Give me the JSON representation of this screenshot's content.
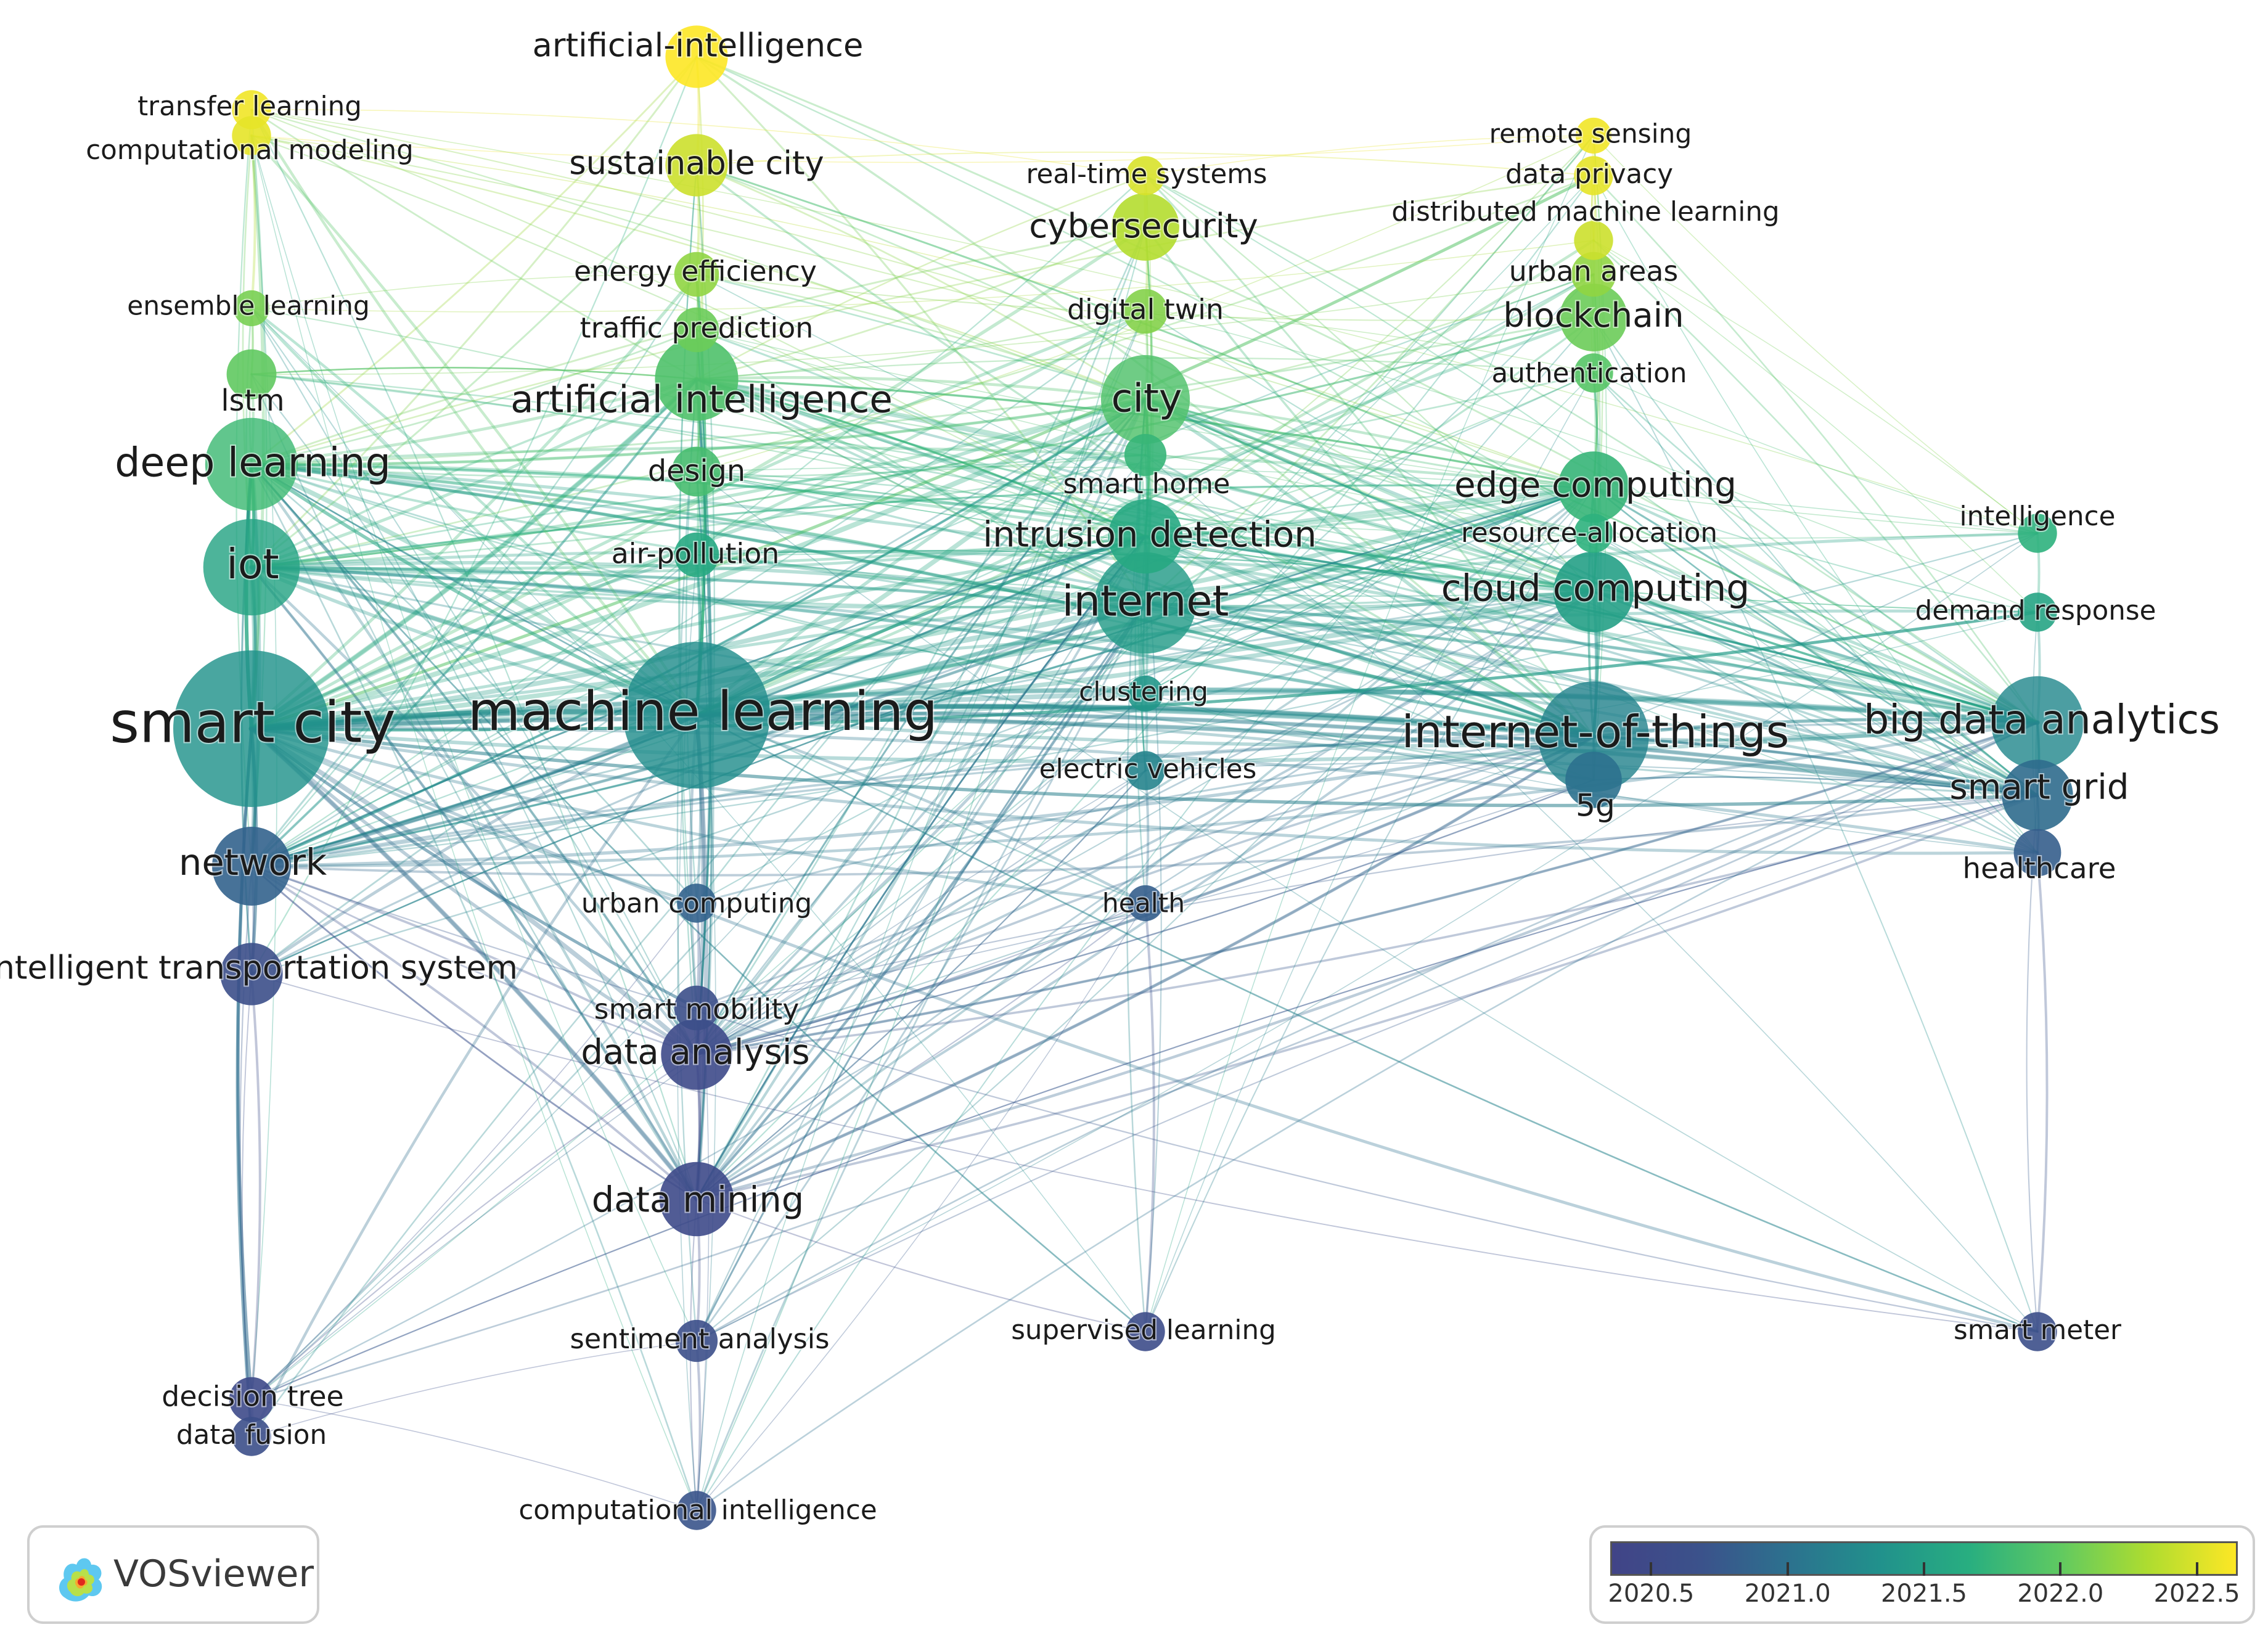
{
  "colors": {
    "scale": [
      "#414487",
      "#3b528b",
      "#2c728e",
      "#21918c",
      "#28ae80",
      "#5ec962",
      "#addc30",
      "#fde725"
    ]
  },
  "legend": {
    "min": 2020.35,
    "max": 2022.65,
    "ticks": [
      "2020.5",
      "2021.0",
      "2021.5",
      "2022.0",
      "2022.5"
    ]
  },
  "logo": {
    "name": "VOSviewer",
    "icon": "vosviewer-logo-icon"
  },
  "nodes": [
    {
      "label": "artificial-intelligence",
      "c": 2022.7,
      "w": 0.15
    },
    {
      "label": "transfer learning",
      "c": 2022.6,
      "w": 0.05
    },
    {
      "label": "computational modeling",
      "c": 2022.55,
      "w": 0.05
    },
    {
      "label": "sustainable city",
      "c": 2022.45,
      "w": 0.15
    },
    {
      "label": "remote sensing",
      "c": 2022.6,
      "w": 0.04
    },
    {
      "label": "data privacy",
      "c": 2022.55,
      "w": 0.05
    },
    {
      "label": "real-time systems",
      "c": 2022.5,
      "w": 0.05
    },
    {
      "label": "cybersecurity",
      "c": 2022.35,
      "w": 0.18
    },
    {
      "label": "distributed machine learning",
      "c": 2022.45,
      "w": 0.05
    },
    {
      "label": "energy efficiency",
      "c": 2022.2,
      "w": 0.07
    },
    {
      "label": "urban areas",
      "c": 2022.2,
      "w": 0.07
    },
    {
      "label": "ensemble learning",
      "c": 2022.1,
      "w": 0.04
    },
    {
      "label": "digital twin",
      "c": 2022.15,
      "w": 0.07
    },
    {
      "label": "blockchain",
      "c": 2022.05,
      "w": 0.18
    },
    {
      "label": "traffic prediction",
      "c": 2022.05,
      "w": 0.07
    },
    {
      "label": "authentication",
      "c": 2021.95,
      "w": 0.05
    },
    {
      "label": "lstm",
      "c": 2022.0,
      "w": 0.09
    },
    {
      "label": "artificial intelligence",
      "c": 2021.9,
      "w": 0.28
    },
    {
      "label": "city",
      "c": 2021.9,
      "w": 0.32
    },
    {
      "label": "deep learning",
      "c": 2021.8,
      "w": 0.35
    },
    {
      "label": "design",
      "c": 2021.85,
      "w": 0.09
    },
    {
      "label": "smart home",
      "c": 2021.75,
      "w": 0.06
    },
    {
      "label": "edge computing",
      "c": 2021.75,
      "w": 0.2
    },
    {
      "label": "intelligence",
      "c": 2021.7,
      "w": 0.05
    },
    {
      "label": "resource-allocation",
      "c": 2021.7,
      "w": 0.05
    },
    {
      "label": "intrusion detection",
      "c": 2021.6,
      "w": 0.22
    },
    {
      "label": "air-pollution",
      "c": 2021.6,
      "w": 0.07
    },
    {
      "label": "iot",
      "c": 2021.55,
      "w": 0.38
    },
    {
      "label": "cloud computing",
      "c": 2021.5,
      "w": 0.26
    },
    {
      "label": "internet",
      "c": 2021.45,
      "w": 0.42
    },
    {
      "label": "demand response",
      "c": 2021.55,
      "w": 0.05
    },
    {
      "label": "clustering",
      "c": 2021.4,
      "w": 0.04
    },
    {
      "label": "smart city",
      "c": 2021.35,
      "w": 1.0
    },
    {
      "label": "machine learning",
      "c": 2021.3,
      "w": 0.88
    },
    {
      "label": "internet-of-things",
      "c": 2021.2,
      "w": 0.5
    },
    {
      "label": "big data analytics",
      "c": 2021.25,
      "w": 0.35
    },
    {
      "label": "electric vehicles",
      "c": 2021.2,
      "w": 0.05
    },
    {
      "label": "smart grid",
      "c": 2020.95,
      "w": 0.2
    },
    {
      "label": "5g",
      "c": 2021.0,
      "w": 0.12
    },
    {
      "label": "network",
      "c": 2020.85,
      "w": 0.25
    },
    {
      "label": "healthcare",
      "c": 2020.8,
      "w": 0.08
    },
    {
      "label": "urban computing",
      "c": 2020.85,
      "w": 0.05
    },
    {
      "label": "health",
      "c": 2020.8,
      "w": 0.04
    },
    {
      "label": "intelligent transportation system",
      "c": 2020.6,
      "w": 0.15
    },
    {
      "label": "smart mobility",
      "c": 2020.6,
      "w": 0.07
    },
    {
      "label": "data analysis",
      "c": 2020.5,
      "w": 0.2
    },
    {
      "label": "data mining",
      "c": 2020.5,
      "w": 0.22
    },
    {
      "label": "sentiment analysis",
      "c": 2020.6,
      "w": 0.06
    },
    {
      "label": "supervised learning",
      "c": 2020.55,
      "w": 0.05
    },
    {
      "label": "smart meter",
      "c": 2020.6,
      "w": 0.05
    },
    {
      "label": "decision tree",
      "c": 2020.5,
      "w": 0.07
    },
    {
      "label": "data fusion",
      "c": 2020.6,
      "w": 0.05
    },
    {
      "label": "computational intelligence",
      "c": 2020.7,
      "w": 0.05
    }
  ]
}
